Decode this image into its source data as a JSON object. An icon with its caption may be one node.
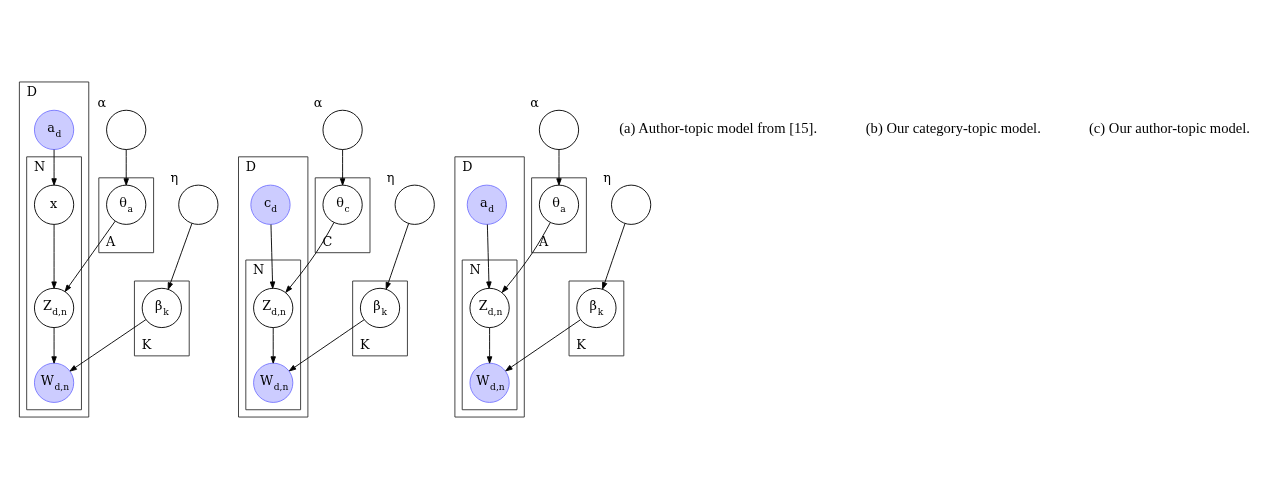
{
  "diagram": {
    "nodes": [
      {
        "text": [
          "D"
        ]
      },
      {
        "text": [
          "a$_{d}$"
        ],
        "in": 0
      },
      {
        "text": [
          "N"
        ],
        "in": 0
      },
      {
        "text": [
          "x"
        ],
        "in": 2
      },
      {
        "text": [
          "Z$_{d,n}$"
        ],
        "in": 2
      },
      {
        "text": [
          "W$_{d,n}$"
        ],
        "in": 2
      },
      {
        "text": [],
        "shape": "circle",
        "beside": [
          "α"
        ]
      },
      {
        "text": [
          "A"
        ]
      },
      {
        "text": [
          "θ$_{a}$"
        ],
        "in": 7
      },
      {
        "text": [],
        "shape": "circle",
        "beside": [
          "η"
        ]
      },
      {
        "text": [
          "K"
        ]
      },
      {
        "text": [
          "β$_{k}$"
        ],
        "in": 10
      },
      {
        "text": [
          "D"
        ]
      },
      {
        "text": [
          "c$_{d}$"
        ],
        "in": 12
      },
      {
        "text": [
          "N"
        ],
        "in": 12
      },
      {
        "text": [
          "Z$_{d,n}$"
        ],
        "in": 14
      },
      {
        "text": [
          "W$_{d,n}$"
        ],
        "in": 14
      },
      {
        "text": [],
        "shape": "circle",
        "beside": [
          "α"
        ]
      },
      {
        "text": [
          "C"
        ]
      },
      {
        "text": [
          "θ$_{c}$"
        ],
        "in": 18
      },
      {
        "text": [],
        "shape": "circle",
        "beside": [
          "η"
        ]
      },
      {
        "text": [
          "K"
        ]
      },
      {
        "text": [
          "β$_{k}$"
        ],
        "in": 21
      },
      {
        "text": [
          "D"
        ]
      },
      {
        "text": [
          "a$_{d}$"
        ],
        "in": 23
      },
      {
        "text": [
          "N"
        ],
        "in": 23
      },
      {
        "text": [
          "Z$_{d,n}$"
        ],
        "in": 25
      },
      {
        "text": [
          "W$_{d,n}$"
        ],
        "in": 25
      },
      {
        "text": [],
        "shape": "circle",
        "beside": [
          "α"
        ]
      },
      {
        "text": [
          "A"
        ]
      },
      {
        "text": [
          "θ$_{a}$"
        ],
        "in": 29
      },
      {
        "text": [],
        "shape": "circle",
        "beside": [
          "η"
        ]
      },
      {
        "text": [
          "K"
        ]
      },
      {
        "text": [
          "β$_{k}$"
        ],
        "in": 32
      }
    ],
    "edges": [
      {
        "from": 1,
        "to": 3,
        "arrow": "to"
      },
      {
        "from": 3,
        "to": 4,
        "arrow": "to"
      },
      {
        "from": 6,
        "to": 8,
        "arrow": "to"
      },
      {
        "from": 8,
        "to": 4,
        "arrow": "to"
      },
      {
        "from": 4,
        "to": 5,
        "arrow": "to"
      },
      {
        "from": 9,
        "to": 11,
        "arrow": "to"
      },
      {
        "from": 11,
        "to": 5,
        "arrow": "to"
      },
      {
        "from": 13,
        "to": 15,
        "arrow": "to"
      },
      {
        "from": 17,
        "to": 19,
        "arrow": "to"
      },
      {
        "from": 19,
        "to": 15,
        "arrow": "to"
      },
      {
        "from": 15,
        "to": 16,
        "arrow": "to"
      },
      {
        "from": 20,
        "to": 22,
        "arrow": "to"
      },
      {
        "from": 22,
        "to": 16,
        "arrow": "to"
      },
      {
        "from": 24,
        "to": 26,
        "arrow": "to"
      },
      {
        "from": 28,
        "to": 30,
        "arrow": "to"
      },
      {
        "from": 30,
        "to": 26,
        "arrow": "to"
      },
      {
        "from": 26,
        "to": 27,
        "arrow": "to"
      },
      {
        "from": 31,
        "to": 33,
        "arrow": "to"
      },
      {
        "from": 33,
        "to": 27,
        "arrow": "to"
      }
    ],
    "labels": [
      "(a) Author-topic model from [15].",
      "(b) Our category-topic model.",
      "(c) Our author-topic model."
    ]
  }
}
